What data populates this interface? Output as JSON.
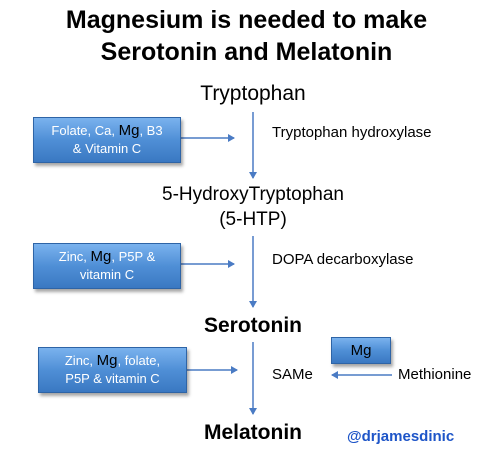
{
  "title": {
    "line1": "Magnesium is needed to make",
    "line2": "Serotonin and Melatonin"
  },
  "compounds": {
    "tryptophan": "Tryptophan",
    "htp_line1": "5-HydroxyTryptophan",
    "htp_line2": "(5-HTP)",
    "serotonin": "Serotonin",
    "melatonin": "Melatonin",
    "same": "SAMe",
    "methionine": "Methionine"
  },
  "enzymes": {
    "step1": "Tryptophan hydroxylase",
    "step2": "DOPA decarboxylase"
  },
  "cofactor_boxes": {
    "box1": {
      "pre": "Folate, Ca, ",
      "mg": "Mg",
      "post": ", B3",
      "line2": "& Vitamin C"
    },
    "box2": {
      "pre": "Zinc, ",
      "mg": "Mg",
      "post": ", P5P &",
      "line2": "vitamin C"
    },
    "box3": {
      "pre": "Zinc, ",
      "mg": "Mg",
      "post": ", folate,",
      "line2": "P5P & vitamin C"
    },
    "box4": {
      "mg": "Mg"
    }
  },
  "handle": "@drjamesdinic",
  "colors": {
    "arrow": "#4a7bc4",
    "box_fill": "#4f8fd6",
    "box_border": "#2e64a6",
    "handle": "#1e55c8"
  }
}
